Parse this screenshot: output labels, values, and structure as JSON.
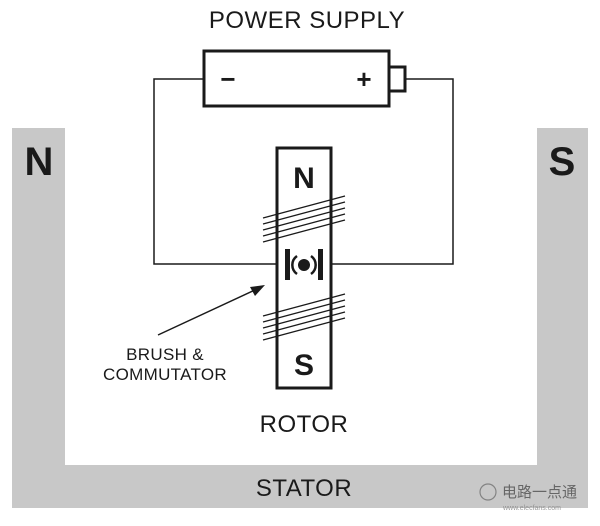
{
  "labels": {
    "power_supply": "POWER SUPPLY",
    "stator_north": "N",
    "stator_south": "S",
    "rotor_north": "N",
    "rotor_south": "S",
    "brush_line1": "BRUSH &",
    "brush_line2": "COMMUTATOR",
    "rotor": "ROTOR",
    "stator": "STATOR",
    "battery_minus": "−",
    "battery_plus": "+"
  },
  "watermark": {
    "text": "电路一点通",
    "subtext": "www.elecfans.com"
  },
  "colors": {
    "stator_fill": "#c8c8c8",
    "line": "#1a1a1a",
    "background": "#ffffff"
  }
}
